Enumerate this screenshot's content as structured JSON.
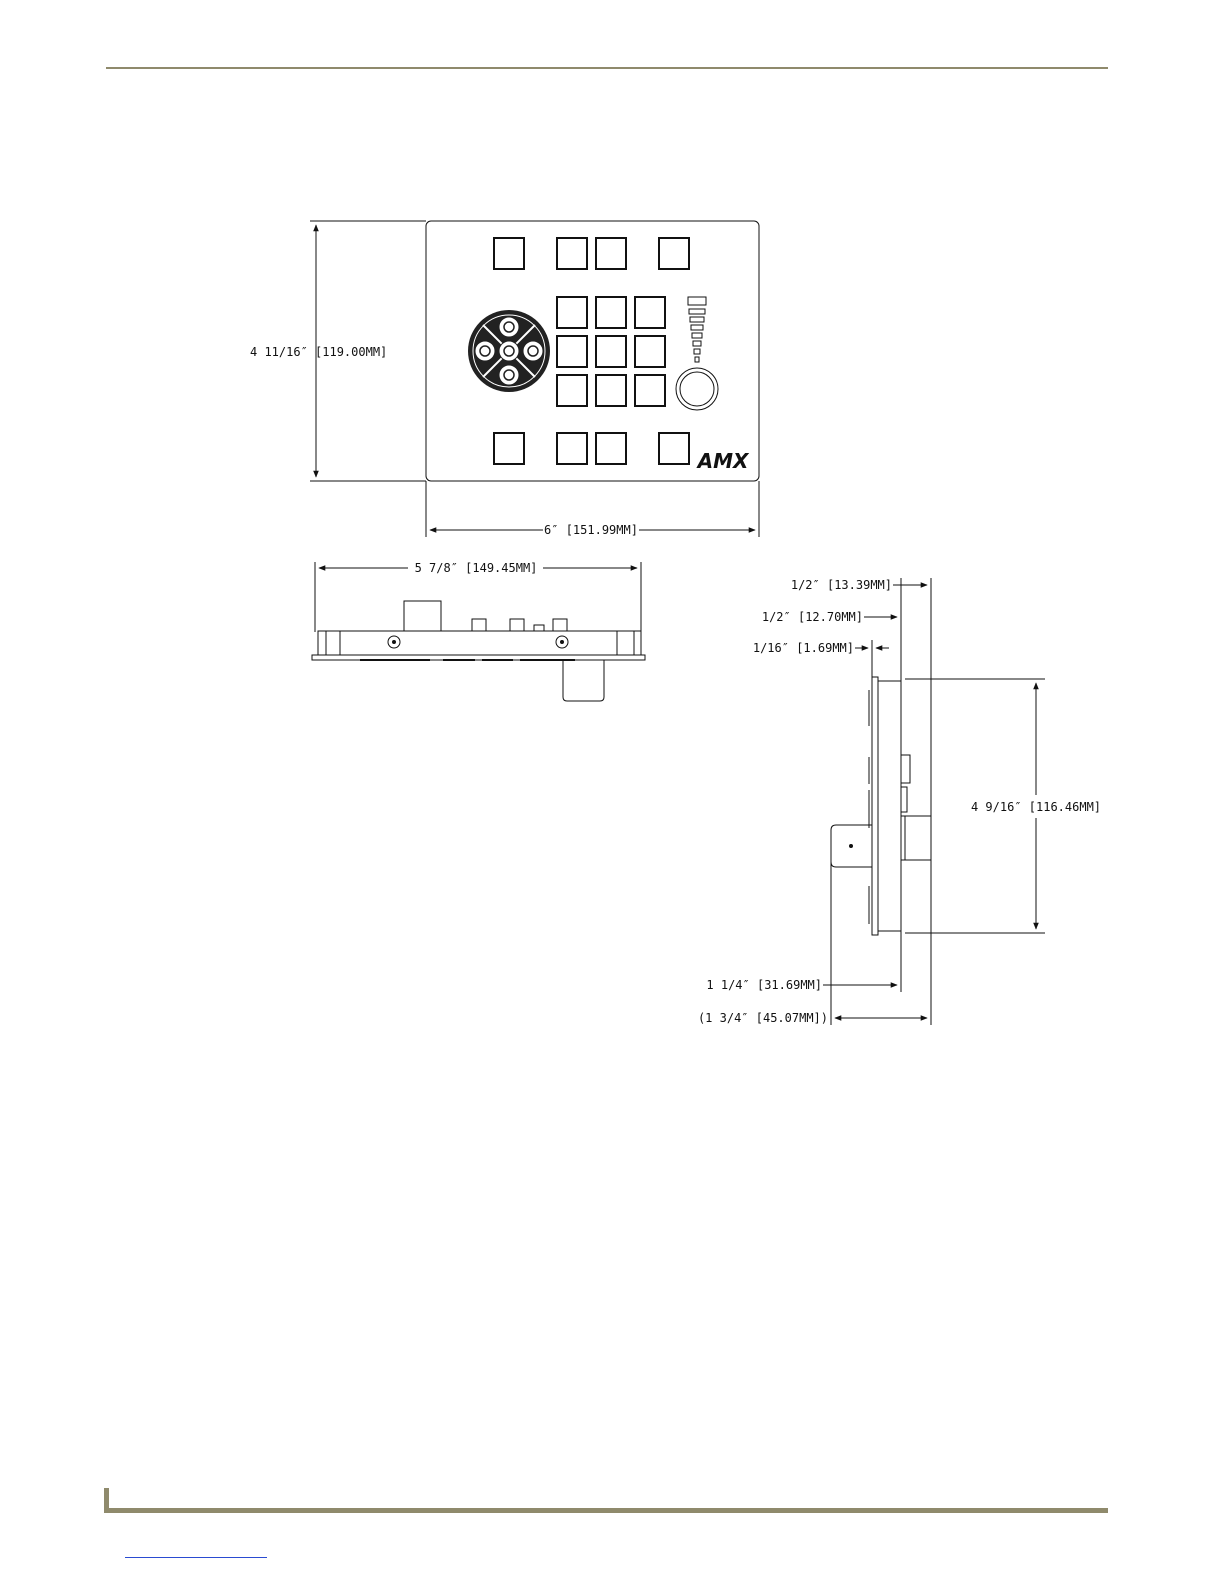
{
  "front_view": {
    "height_dim": "4  11/16″ [119.00MM]",
    "width_dim": "6″ [151.99MM]",
    "logo": "AMX"
  },
  "top_view": {
    "width_dim": "5  7/8″ [149.45MM]"
  },
  "side_view": {
    "depth_overall": "1/2″ [13.39MM]",
    "depth_plate": "1/2″ [12.70MM]",
    "bezel": "1/16″ [1.69MM]",
    "height_dim": "4  9/16″ [116.46MM]",
    "knob_depth": "1  1/4″ [31.69MM]",
    "total_depth": "(1  3/4″ [45.07MM])"
  }
}
